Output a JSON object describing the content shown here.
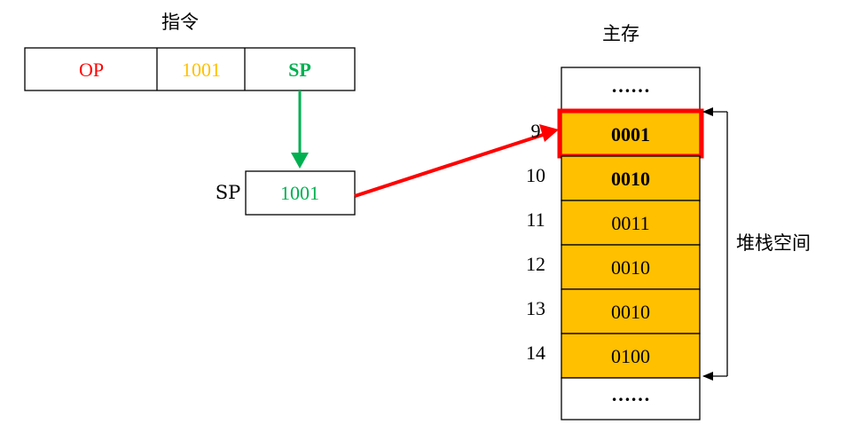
{
  "instruction": {
    "title": "指令",
    "fields": [
      {
        "text": "OP",
        "color": "#ff0000"
      },
      {
        "text": "1001",
        "color": "#ffc000"
      },
      {
        "text": "SP",
        "color": "#00b050"
      }
    ]
  },
  "sp_register": {
    "label": "SP",
    "value": "1001",
    "value_color": "#00b050"
  },
  "memory": {
    "title": "主存",
    "top_ellipsis": "……",
    "bottom_ellipsis": "……",
    "cells": [
      {
        "addr": "9",
        "value": "0001",
        "bold": true,
        "highlight": true
      },
      {
        "addr": "10",
        "value": "0010",
        "bold": true,
        "highlight": false
      },
      {
        "addr": "11",
        "value": "0011",
        "bold": false,
        "highlight": false
      },
      {
        "addr": "12",
        "value": "0010",
        "bold": false,
        "highlight": false
      },
      {
        "addr": "13",
        "value": "0010",
        "bold": false,
        "highlight": false
      },
      {
        "addr": "14",
        "value": "0100",
        "bold": false,
        "highlight": false
      }
    ],
    "cell_color": "#ffc000",
    "highlight_color": "#ff0000"
  },
  "stack_space_label": "堆栈空间"
}
